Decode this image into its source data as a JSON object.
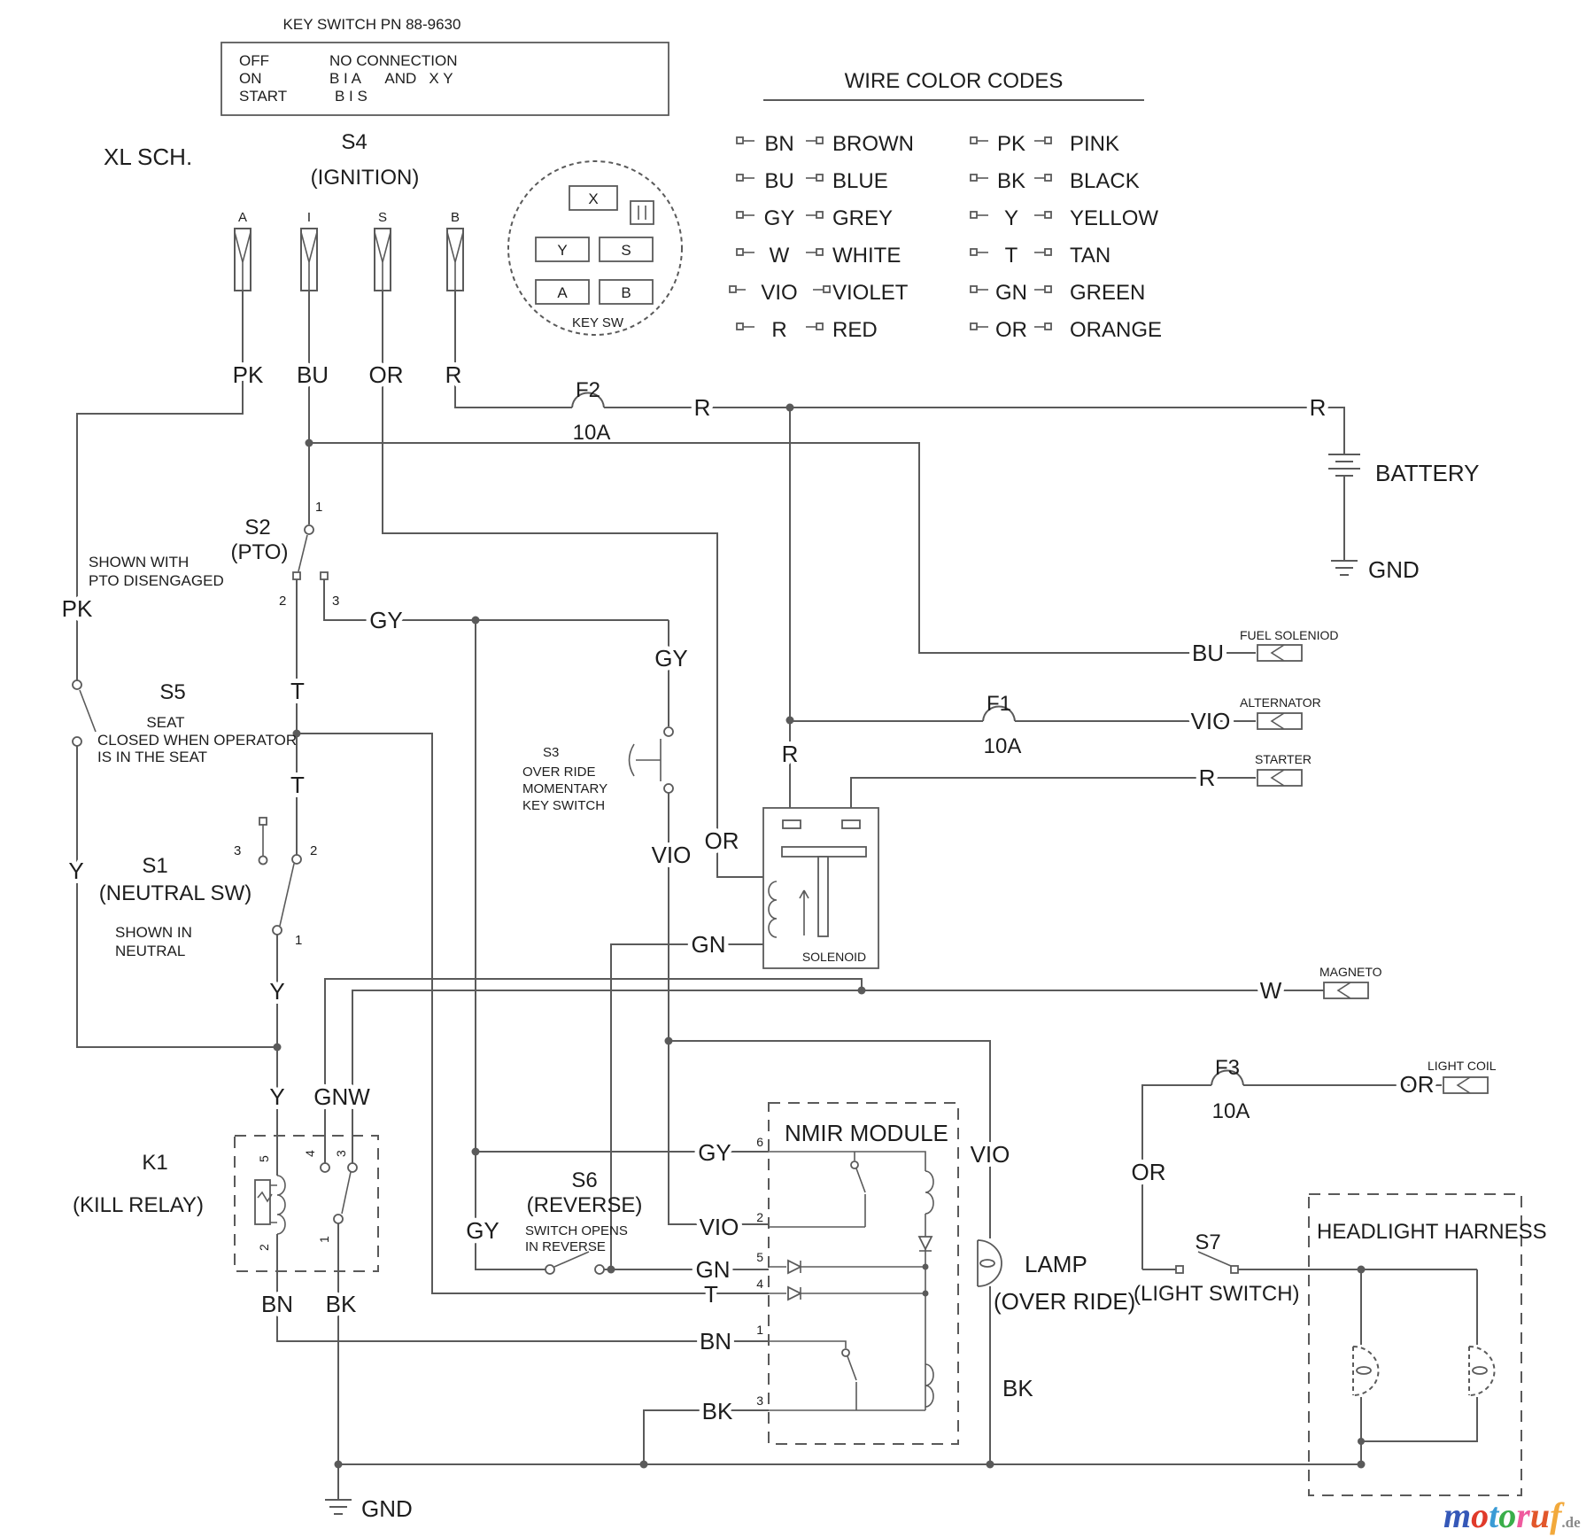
{
  "colors": {
    "line": "#5a5a5a",
    "text": "#1d1d1d",
    "background": "#ffffff"
  },
  "t": {
    "pn_title": "KEY SWITCH PN 88-9630",
    "tbl_off": "OFF",
    "tbl_off_v": "NO CONNECTION",
    "tbl_on": "ON",
    "tbl_on_v": "B I A      AND   X Y",
    "tbl_start": "START",
    "tbl_start_v": "B I S",
    "xl_sch": "XL SCH.",
    "s4": "S4",
    "s4_sub": "(IGNITION)",
    "term_a": "A",
    "term_i": "I",
    "term_s": "S",
    "term_b": "B",
    "key_x": "X",
    "key_y": "Y",
    "key_s": "S",
    "key_a": "A",
    "key_b": "B",
    "key_sw": "KEY SW",
    "wcc_title": "WIRE COLOR CODES",
    "s2": "S2",
    "s2_sub": "(PTO)",
    "s2_note1": "SHOWN WITH",
    "s2_note2": "PTO DISENGAGED",
    "s2_n1": "1",
    "s2_n2": "2",
    "s2_n3": "3",
    "s5": "S5",
    "s5_sub": "SEAT",
    "s5_note1": "CLOSED WHEN OPERATOR",
    "s5_note2": "IS IN THE SEAT",
    "s1": "S1",
    "s1_sub": "(NEUTRAL SW)",
    "s1_note1": "SHOWN IN",
    "s1_note2": "NEUTRAL",
    "s1_n1": "1",
    "s1_n2": "2",
    "s1_n3": "3",
    "s3_1": "S3",
    "s3_2": "OVER RIDE",
    "s3_3": "MOMENTARY",
    "s3_4": "KEY SWITCH",
    "s6": "S6",
    "s6_sub": "(REVERSE)",
    "s6_note1": "SWITCH OPENS",
    "s6_note2": "IN REVERSE",
    "s7": "S7",
    "s7_sub": "(LIGHT SWITCH)",
    "k1": "K1",
    "k1_sub": "(KILL RELAY)",
    "k1_n5": "5",
    "k1_n2": "2",
    "k1_n4": "4",
    "k1_n3": "3",
    "k1_n1": "1",
    "f1": "F1",
    "f1_a": "10A",
    "f2": "F2",
    "f2_a": "10A",
    "f3": "F3",
    "f3_a": "10A",
    "battery": "BATTERY",
    "gnd_right": "GND",
    "gnd_left": "GND",
    "fuel_solenoid": "FUEL SOLENIOD",
    "alternator": "ALTERNATOR",
    "starter": "STARTER",
    "magneto": "MAGNETO",
    "light_coil": "LIGHT COIL",
    "solenoid": "SOLENOID",
    "nmir": "NMIR MODULE",
    "n6": "6",
    "n2": "2",
    "n5": "5",
    "n4": "4",
    "n1": "1",
    "n3": "3",
    "lamp": "LAMP",
    "lamp_sub": "(OVER RIDE)",
    "hh": "HEADLIGHT HARNESS",
    "pk1": "PK",
    "bu1": "BU",
    "or1": "OR",
    "r1": "R",
    "pk2": "PK",
    "y1": "Y",
    "y2": "Y",
    "y3": "Y",
    "gnw": "GNW",
    "t1": "T",
    "t2": "T",
    "t3": "T",
    "gy1": "GY",
    "gy2": "GY",
    "gy3": "GY",
    "gy4": "GY",
    "vio1": "VIO",
    "vio2": "VIO",
    "vio3": "VIO",
    "vio4": "VIO",
    "gn1": "GN",
    "gn2": "GN",
    "bn1": "BN",
    "bn2": "BN",
    "bk1": "BK",
    "bk2": "BK",
    "bk3": "BK",
    "r2": "R",
    "r3": "R",
    "r4": "R",
    "r5": "R",
    "bu2": "BU",
    "w1": "W",
    "or2": "OR",
    "or3": "OR",
    "or4": "OR"
  },
  "wcc": {
    "entries": [
      [
        "BN",
        "BROWN"
      ],
      [
        "PK",
        "PINK"
      ],
      [
        "BU",
        "BLUE"
      ],
      [
        "BK",
        "BLACK"
      ],
      [
        "GY",
        "GREY"
      ],
      [
        "Y",
        "YELLOW"
      ],
      [
        "W",
        "WHITE"
      ],
      [
        "T",
        "TAN"
      ],
      [
        "VIO",
        "VIOLET"
      ],
      [
        "GN",
        "GREEN"
      ],
      [
        "R",
        "RED"
      ],
      [
        "OR",
        "ORANGE"
      ]
    ]
  },
  "logo": {
    "letters": [
      {
        "ch": "m",
        "color": "#3558b8"
      },
      {
        "ch": "o",
        "color": "#e03a2a"
      },
      {
        "ch": "t",
        "color": "#3a9bd5"
      },
      {
        "ch": "o",
        "color": "#3aae4a"
      },
      {
        "ch": "r",
        "color": "#ef5a9e"
      },
      {
        "ch": "u",
        "color": "#e2572b"
      },
      {
        "ch": "f",
        "color": "#f2a93b"
      }
    ],
    "suffix": ".de"
  }
}
